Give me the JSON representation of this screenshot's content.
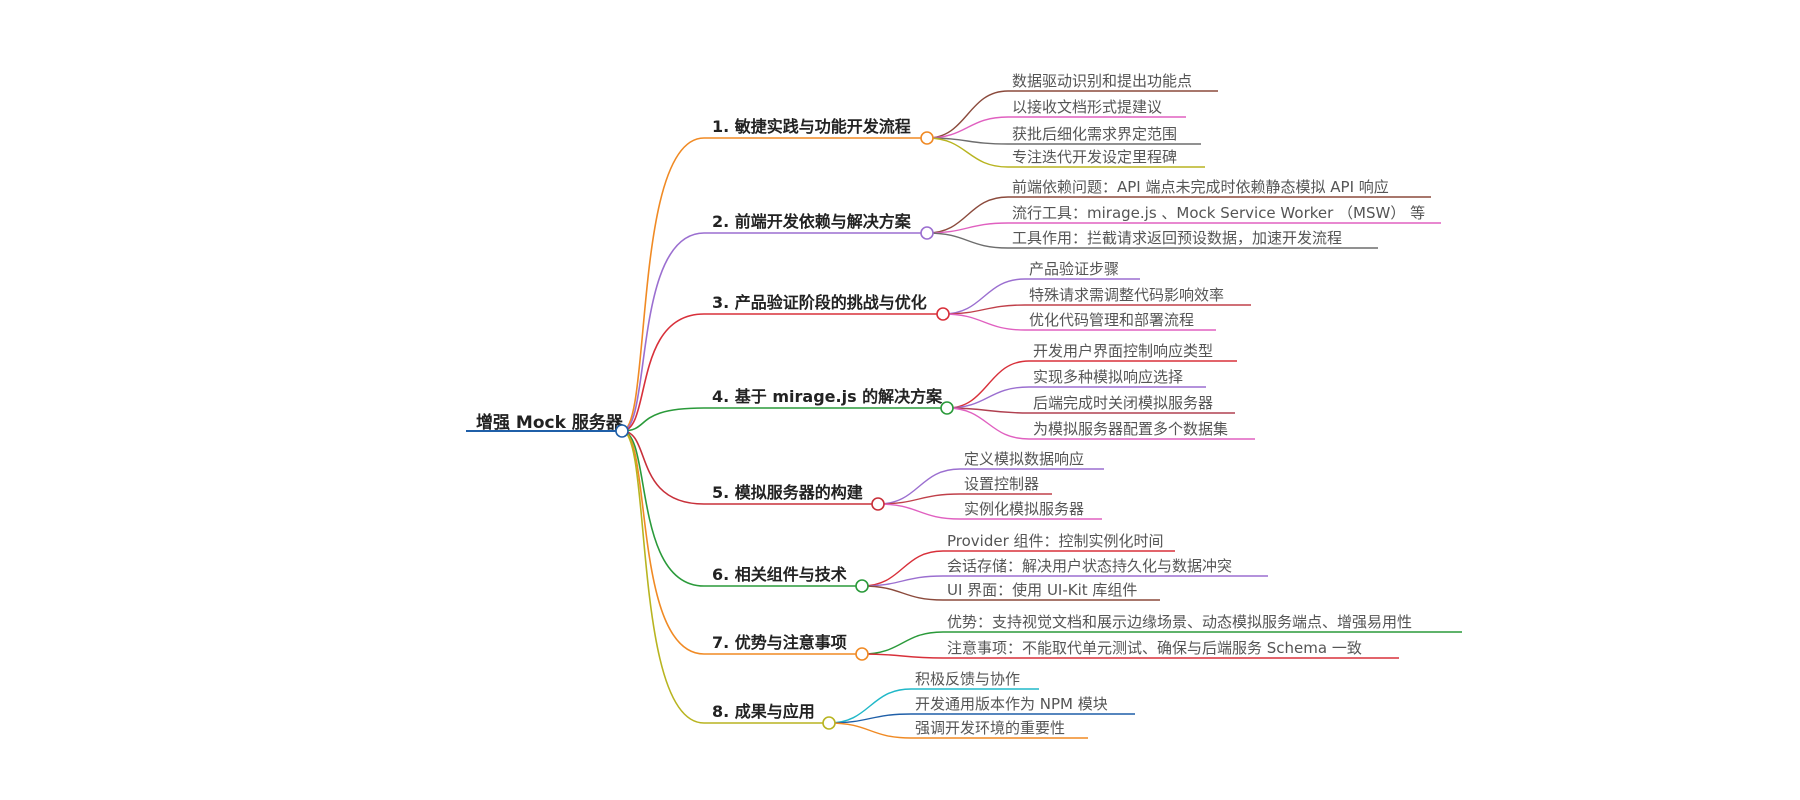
{
  "root": {
    "label": "增强 Mock 服务器",
    "color": "#1f5fa8"
  },
  "branches": [
    {
      "label": "1. 敏捷实践与功能开发流程",
      "color": "#f08a24",
      "leaves": [
        {
          "label": "数据驱动识别和提出功能点",
          "color": "#8b4a3c"
        },
        {
          "label": "以接收文档形式提建议",
          "color": "#e060c0"
        },
        {
          "label": "获批后细化需求界定范围",
          "color": "#6d6d6d"
        },
        {
          "label": "专注迭代开发设定里程碑",
          "color": "#b8b420"
        }
      ]
    },
    {
      "label": "2. 前端开发依赖与解决方案",
      "color": "#9b6fd0",
      "leaves": [
        {
          "label": "前端依赖问题：API 端点未完成时依赖静态模拟 API 响应",
          "color": "#8b4a3c"
        },
        {
          "label": "流行工具：mirage.js 、Mock Service Worker （MSW） 等",
          "color": "#e060c0"
        },
        {
          "label": "工具作用：拦截请求返回预设数据，加速开发流程",
          "color": "#6d6d6d"
        }
      ]
    },
    {
      "label": "3. 产品验证阶段的挑战与优化",
      "color": "#d8303a",
      "leaves": [
        {
          "label": "产品验证步骤",
          "color": "#9b6fd0"
        },
        {
          "label": "特殊请求需调整代码影响效率",
          "color": "#c0404a"
        },
        {
          "label": "优化代码管理和部署流程",
          "color": "#e060c0"
        }
      ]
    },
    {
      "label": "4. 基于 mirage.js 的解决方案",
      "color": "#2a9a3a",
      "leaves": [
        {
          "label": "开发用户界面控制响应类型",
          "color": "#d8303a"
        },
        {
          "label": "实现多种模拟响应选择",
          "color": "#9b6fd0"
        },
        {
          "label": "后端完成时关闭模拟服务器",
          "color": "#b04050"
        },
        {
          "label": "为模拟服务器配置多个数据集",
          "color": "#e060c0"
        }
      ]
    },
    {
      "label": "5. 模拟服务器的构建",
      "color": "#c8303a",
      "leaves": [
        {
          "label": "定义模拟数据响应",
          "color": "#9b6fd0"
        },
        {
          "label": "设置控制器",
          "color": "#c0404a"
        },
        {
          "label": "实例化模拟服务器",
          "color": "#e060c0"
        }
      ]
    },
    {
      "label": "6. 相关组件与技术",
      "color": "#2a9a3a",
      "leaves": [
        {
          "label": "Provider 组件：控制实例化时间",
          "color": "#d8303a"
        },
        {
          "label": "会话存储：解决用户状态持久化与数据冲突",
          "color": "#9b6fd0"
        },
        {
          "label": "UI 界面：使用 UI-Kit 库组件",
          "color": "#8b4a3c"
        }
      ]
    },
    {
      "label": "7. 优势与注意事项",
      "color": "#f08a24",
      "leaves": [
        {
          "label": "优势：支持视觉文档和展示边缘场景、动态模拟服务端点、增强易用性",
          "color": "#2a9a3a"
        },
        {
          "label": "注意事项：不能取代单元测试、确保与后端服务 Schema 一致",
          "color": "#d8303a"
        }
      ]
    },
    {
      "label": "8. 成果与应用",
      "color": "#b8b420",
      "leaves": [
        {
          "label": "积极反馈与协作",
          "color": "#20b8c8"
        },
        {
          "label": "开发通用版本作为 NPM 模块",
          "color": "#1f5fa8"
        },
        {
          "label": "强调开发环境的重要性",
          "color": "#f08a24"
        }
      ]
    }
  ]
}
